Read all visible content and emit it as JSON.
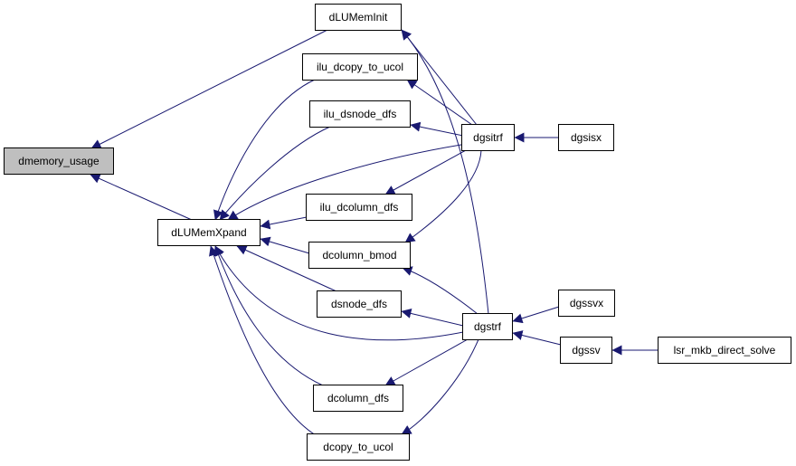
{
  "diagram": {
    "title": "",
    "colors": {
      "edge": "#191970",
      "node_border": "#000000",
      "root_fill": "#bfbfbf",
      "node_fill": "#ffffff"
    },
    "nodes": {
      "dmemory_usage": "dmemory_usage",
      "dLUMemInit": "dLUMemInit",
      "dLUMemXpand": "dLUMemXpand",
      "ilu_dcopy_to_ucol": "ilu_dcopy_to_ucol",
      "ilu_dsnode_dfs": "ilu_dsnode_dfs",
      "ilu_dcolumn_dfs": "ilu_dcolumn_dfs",
      "dcolumn_bmod": "dcolumn_bmod",
      "dsnode_dfs": "dsnode_dfs",
      "dcolumn_dfs": "dcolumn_dfs",
      "dcopy_to_ucol": "dcopy_to_ucol",
      "dgsitrf": "dgsitrf",
      "dgstrf": "dgstrf",
      "dgsisx": "dgsisx",
      "dgssvx": "dgssvx",
      "dgssv": "dgssv",
      "lsr_mkb_direct_solve": "lsr_mkb_direct_solve"
    },
    "edges": [
      [
        "dLUMemInit",
        "dmemory_usage"
      ],
      [
        "dLUMemXpand",
        "dmemory_usage"
      ],
      [
        "ilu_dcopy_to_ucol",
        "dLUMemXpand"
      ],
      [
        "ilu_dsnode_dfs",
        "dLUMemXpand"
      ],
      [
        "dgsitrf",
        "dLUMemXpand"
      ],
      [
        "ilu_dcolumn_dfs",
        "dLUMemXpand"
      ],
      [
        "dcolumn_bmod",
        "dLUMemXpand"
      ],
      [
        "dsnode_dfs",
        "dLUMemXpand"
      ],
      [
        "dgstrf",
        "dLUMemXpand"
      ],
      [
        "dcolumn_dfs",
        "dLUMemXpand"
      ],
      [
        "dcopy_to_ucol",
        "dLUMemXpand"
      ],
      [
        "dgsitrf",
        "dLUMemInit"
      ],
      [
        "dgstrf",
        "dLUMemInit"
      ],
      [
        "dgsitrf",
        "ilu_dcopy_to_ucol"
      ],
      [
        "dgsitrf",
        "ilu_dsnode_dfs"
      ],
      [
        "dgsitrf",
        "ilu_dcolumn_dfs"
      ],
      [
        "dgsitrf",
        "dcolumn_bmod"
      ],
      [
        "dgstrf",
        "dcolumn_bmod"
      ],
      [
        "dgstrf",
        "dsnode_dfs"
      ],
      [
        "dgstrf",
        "dcolumn_dfs"
      ],
      [
        "dgstrf",
        "dcopy_to_ucol"
      ],
      [
        "dgsisx",
        "dgsitrf"
      ],
      [
        "dgssvx",
        "dgstrf"
      ],
      [
        "dgssv",
        "dgstrf"
      ],
      [
        "lsr_mkb_direct_solve",
        "dgssv"
      ]
    ]
  }
}
